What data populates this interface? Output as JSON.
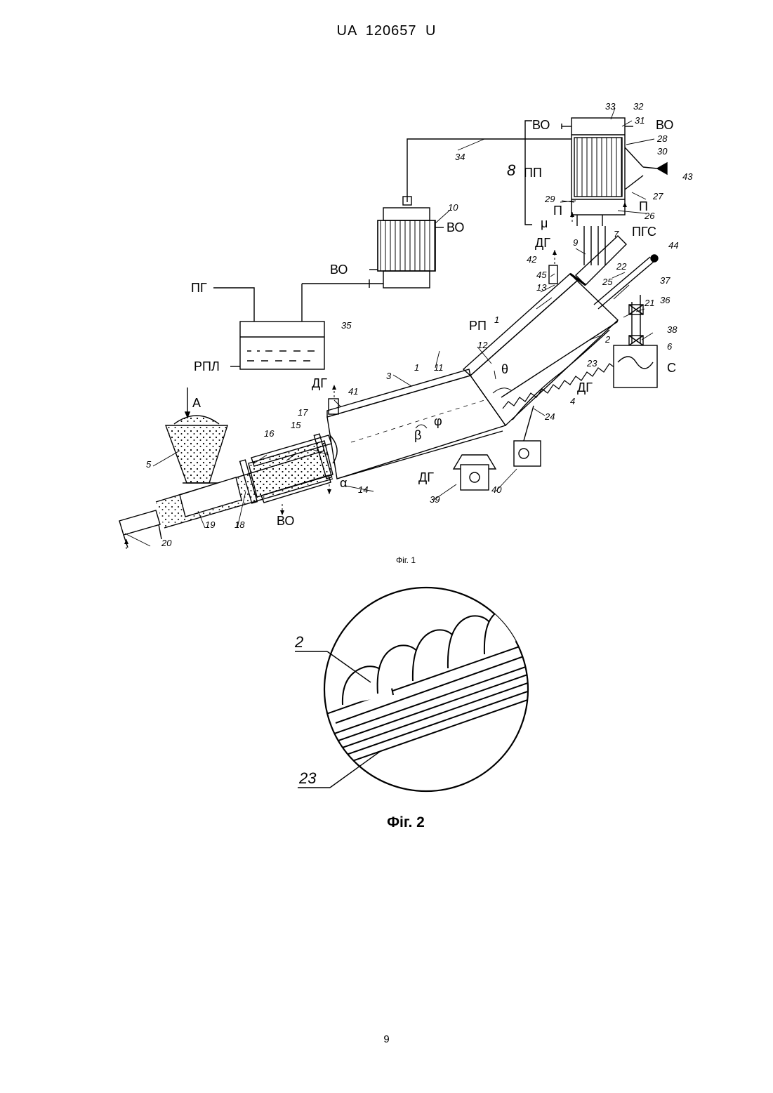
{
  "header": {
    "title": "UA   120657   U"
  },
  "figure1": {
    "caption": "Фіг. 1",
    "labels": {
      "vo1": "ВО",
      "vo2": "ВО",
      "vo3": "ВО",
      "vo4": "ВО",
      "vo5": "ВО",
      "pg": "ПГ",
      "rpl": "РПЛ",
      "dg1": "ДГ",
      "dg2": "ДГ",
      "dg3": "ДГ",
      "dg4": "ДГ",
      "a": "А",
      "c": "С",
      "rp": "РП",
      "pp": "ПП",
      "pgs": "ПГС",
      "p1": "П",
      "p2": "П",
      "mu": "μ",
      "alpha": "α",
      "beta": "β",
      "phi": "φ",
      "theta": "θ"
    },
    "numbers": {
      "n1a": "1",
      "n1b": "1",
      "n2": "2",
      "n3": "3",
      "n4": "4",
      "n5": "5",
      "n6": "6",
      "n7": "7",
      "n8": "8",
      "n9": "9",
      "n10": "10",
      "n11": "11",
      "n12": "12",
      "n13": "13",
      "n14": "14",
      "n15": "15",
      "n16": "16",
      "n17": "17",
      "n18": "18",
      "n19": "19",
      "n20": "20",
      "n21": "21",
      "n22": "22",
      "n23": "23",
      "n24": "24",
      "n25": "25",
      "n26": "26",
      "n27": "27",
      "n28": "28",
      "n29": "29",
      "n30": "30",
      "n31": "31",
      "n32": "32",
      "n33": "33",
      "n34": "34",
      "n35": "35",
      "n36": "36",
      "n37": "37",
      "n38": "38",
      "n39": "39",
      "n40": "40",
      "n41": "41",
      "n42": "42",
      "n43": "43",
      "n44": "44",
      "n45": "45"
    }
  },
  "figure2": {
    "caption": "Фіг. 2",
    "labels": {
      "auger": "2",
      "trough": "23"
    }
  },
  "footer": {
    "page_number": "9"
  }
}
